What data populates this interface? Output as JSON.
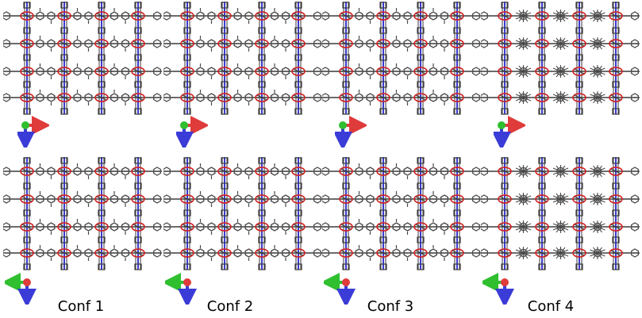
{
  "figure": {
    "conformations": [
      {
        "label": "Conf 1",
        "linker_style": "rings"
      },
      {
        "label": "Conf 2",
        "linker_style": "rings"
      },
      {
        "label": "Conf 3",
        "linker_style": "rings"
      },
      {
        "label": "Conf 4",
        "linker_style": "stars"
      }
    ],
    "rows": [
      {
        "view": "top",
        "axis_triad": "y-axis toward viewer (green sphere), x right (red), z down (blue)"
      },
      {
        "view": "bottom",
        "axis_triad": "x-axis toward viewer (red sphere), y left (green), z down (blue)"
      }
    ],
    "colors": {
      "bond": "#3a3a3a",
      "carbon": "#4a4a4a",
      "nitrogen": "#3a3ad0",
      "oxygen": "#d02020",
      "axis_red": "#e03b3b",
      "axis_green": "#2fbf2f",
      "axis_blue": "#3b3bd8"
    }
  }
}
